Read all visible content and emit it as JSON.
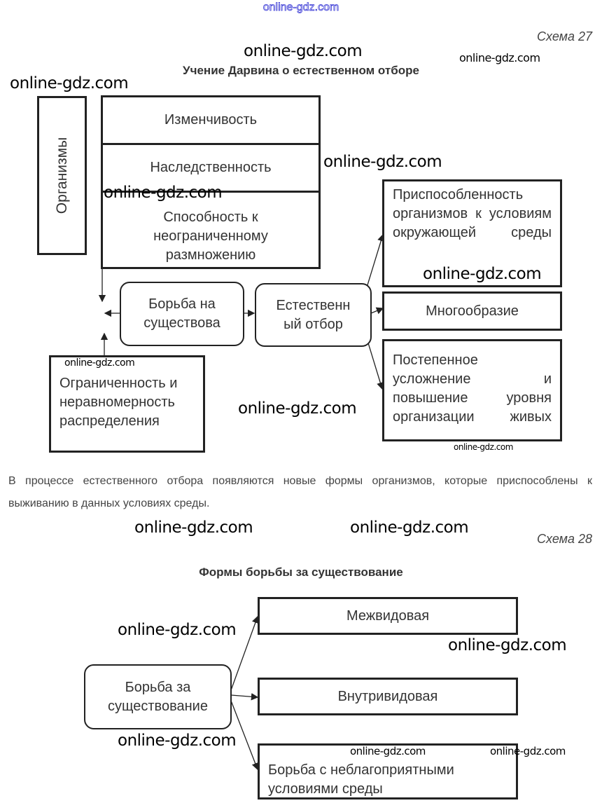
{
  "top_watermark": "online-gdz.com",
  "schema27": {
    "label": "Схема 27",
    "title": "Учение Дарвина о естественном отборе",
    "organisms": "Организмы",
    "properties": [
      "Изменчивость",
      "Наследственность",
      "Способность к неограниченному размножению"
    ],
    "struggle": "Борьба на существова",
    "selection": "Естественн ый отбор",
    "limitation": "Ограниченность и неравномерность распределения",
    "results": [
      "Приспособленность организмов к условиям окружающей среды",
      "Многообразие",
      "Постепенное усложнение и повышение уровня организации живых"
    ]
  },
  "paragraph": "В процессе естественного отбора появляются новые формы организмов, которые приспособлены к выживанию в данных условиях среды.",
  "schema28": {
    "label": "Схема 28",
    "title": "Формы борьбы за существование",
    "root": "Борьба за существование",
    "forms": [
      "Межвидовая",
      "Внутривидовая",
      "Борьба с неблагоприятными условиями среды"
    ]
  },
  "watermarks": [
    "online-gdz.com",
    "online-gdz.com",
    "online-gdz.com",
    "online-gdz.com",
    "online-gdz.com",
    "online-gdz.com",
    "online-gdz.com",
    "online-gdz.com",
    "online-gdz.com",
    "online-gdz.com",
    "online-gdz.com",
    "online-gdz.com",
    "online-gdz.com",
    "online-gdz.com",
    "online-gdz.com",
    "online-gdz.com"
  ],
  "colors": {
    "top_watermark": "#3b3bd6",
    "border": "#222222",
    "text": "#333333"
  }
}
